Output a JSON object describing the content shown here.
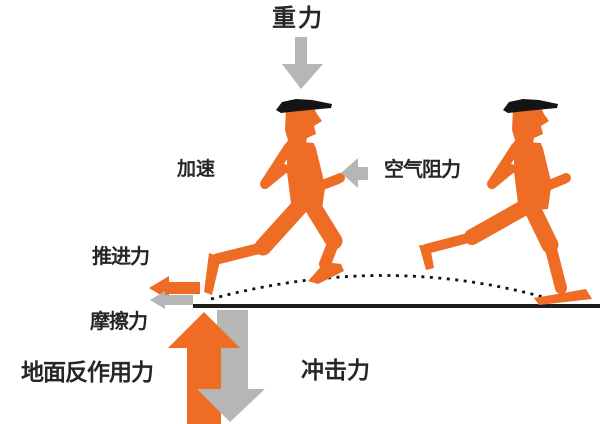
{
  "diagram": {
    "type": "physics-force-diagram",
    "subject": "forces acting on a runner during acceleration and flight"
  },
  "labels": {
    "gravity": "重力",
    "acceleration": "加速",
    "air_resistance": "空气阻力",
    "propulsion": "推进力",
    "friction": "摩擦力",
    "ground_reaction": "地面反作用力",
    "impact": "冲击力"
  },
  "arrows": [
    {
      "name": "gravity-arrow",
      "label_key": "gravity",
      "direction": "down",
      "color": "gray"
    },
    {
      "name": "air-resistance-arrow",
      "label_key": "air_resistance",
      "direction": "left",
      "color": "gray"
    },
    {
      "name": "propulsion-arrow",
      "label_key": "propulsion",
      "direction": "left",
      "color": "orange"
    },
    {
      "name": "friction-arrow",
      "label_key": "friction",
      "direction": "left",
      "color": "gray"
    },
    {
      "name": "ground-reaction-arrow",
      "label_key": "ground_reaction",
      "direction": "up",
      "color": "orange"
    },
    {
      "name": "impact-arrow",
      "label_key": "impact",
      "direction": "down",
      "color": "gray"
    }
  ],
  "figures": [
    {
      "name": "runner-left",
      "pose": "push-off / acceleration"
    },
    {
      "name": "runner-right",
      "pose": "landing / flight"
    }
  ],
  "colors": {
    "runner_orange": "#ee6c24",
    "arrow_gray": "#b6b6b6",
    "cap_black": "#141414",
    "text": "#262626",
    "ground_line": "#1d1d1d",
    "background": "#ffffff"
  }
}
